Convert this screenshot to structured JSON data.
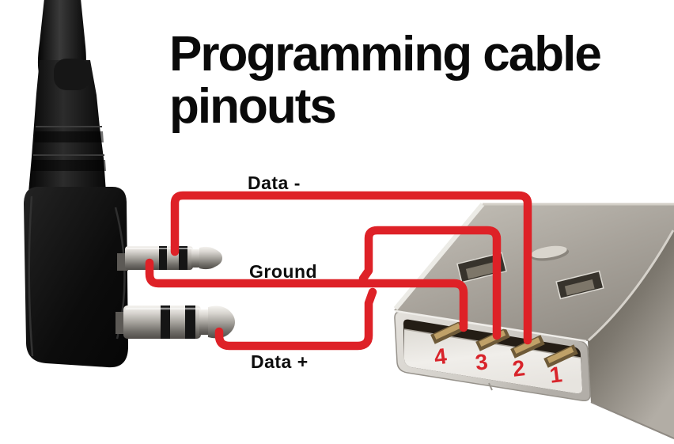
{
  "title": "Programming cable pinouts",
  "wires": [
    {
      "label": "Data -",
      "usb_pin": "2"
    },
    {
      "label": "Ground",
      "usb_pin": "4"
    },
    {
      "label": "Data +",
      "usb_pin": "3"
    }
  ],
  "usb": {
    "pins": [
      {
        "number": "4"
      },
      {
        "number": "3"
      },
      {
        "number": "2"
      },
      {
        "number": "1"
      }
    ]
  },
  "colors": {
    "wire_red": "#de2127",
    "pin_number_red": "#d8242b",
    "text_black": "#0a0a0a",
    "background": "#ffffff"
  }
}
